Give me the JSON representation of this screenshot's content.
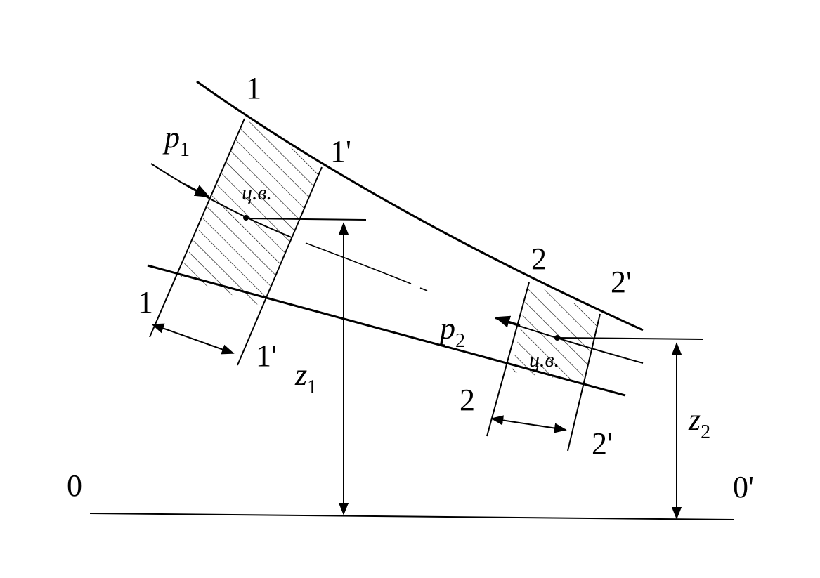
{
  "labels": {
    "s1_top": "1",
    "s1p_top": "1'",
    "s1_bottom": "1",
    "s1p_bottom": "1'",
    "s2_top": "2",
    "s2p_top": "2'",
    "s2_bottom": "2",
    "s2p_bottom": "2'",
    "p1_main": "p",
    "p1_sub": "1",
    "p2_main": "p",
    "p2_sub": "2",
    "z1_main": "z",
    "z1_sub": "1",
    "z2_main": "z",
    "z2_sub": "2",
    "cv1": "ц.в.",
    "cv2": "ц.в.",
    "datum_left": "0",
    "datum_right": "0'"
  },
  "colors": {
    "ink": "#000000",
    "background": "#ffffff"
  }
}
